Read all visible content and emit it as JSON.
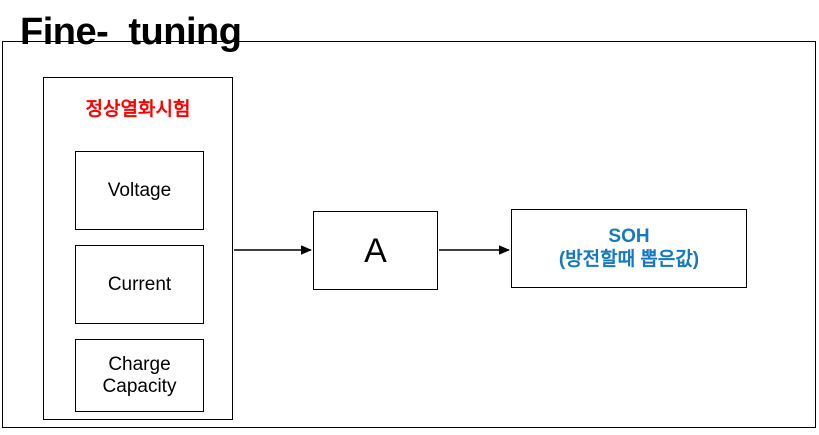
{
  "slide": {
    "title": "Fine-  tuning",
    "frame_color": "#000000",
    "background": "#ffffff"
  },
  "input_group": {
    "label": "정상열화시험",
    "label_color": "#FF0000",
    "items": [
      {
        "label": "Voltage"
      },
      {
        "label": "Current"
      },
      {
        "label": "Charge\nCapacity"
      }
    ]
  },
  "model": {
    "label": "A"
  },
  "output": {
    "title": "SOH",
    "subtitle": "(방전할때 뽑은값)",
    "color": "#1479BE"
  },
  "connectors": [
    {
      "name": "group-to-model"
    },
    {
      "name": "model-to-output"
    }
  ]
}
